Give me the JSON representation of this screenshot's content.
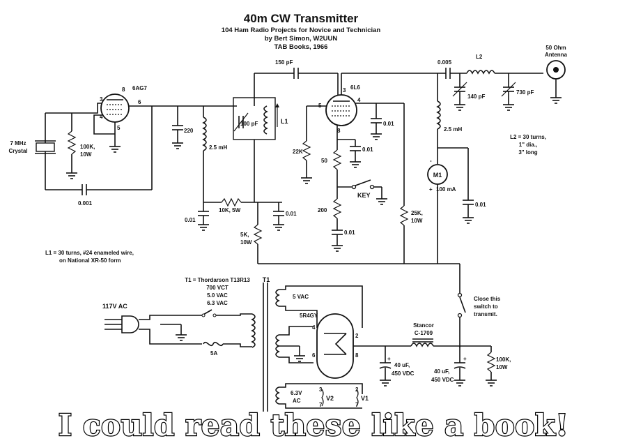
{
  "header": {
    "title": "40m CW Transmitter",
    "line1": "104 Ham Radio Projects for Novice and Technician",
    "line2": "by Bert Simon, W2UUN",
    "line3": "TAB Books, 1966"
  },
  "tubes": {
    "osc": "6AG7",
    "amp": "6L6",
    "rect": "5R4GY",
    "osc_pins": [
      "3",
      "8",
      "4",
      "5",
      "6"
    ],
    "amp_pins": [
      "3",
      "5",
      "4",
      "8"
    ],
    "rect_pins": [
      "4",
      "6",
      "2",
      "8"
    ]
  },
  "components": {
    "crystal": [
      "7 MHz",
      "Crystal"
    ],
    "r_grid": [
      "100K,",
      "10W"
    ],
    "c_coupling": "0.001",
    "c_220": "220",
    "rfc_25a": "2.5 mH",
    "c_100pf": "100 pF",
    "l1": "L1",
    "c_150pf": "150 pF",
    "r_22k": "22K",
    "r_10k": "10K, 5W",
    "c_001a": "0.01",
    "c_001b": "0.01",
    "r_5k": [
      "5K,",
      "10W"
    ],
    "c_001_scr": "0.01",
    "c_001_cath": "0.01",
    "c_001_k2": "0.01",
    "r_50": "50",
    "r_200": "200",
    "key": "KEY",
    "r_25k": [
      "25K,",
      "10W"
    ],
    "c_0005": "0.005",
    "l2": "L2",
    "c_140pf": "140 pF",
    "c_730pf": "730 pF",
    "rfc_25b": "2.5 mH",
    "meter": "M1",
    "meter_range": "100 mA",
    "meter_plus": "+",
    "meter_minus": "-",
    "c_001_m": "0.01",
    "antenna": [
      "50 Ohm",
      "Antenna"
    ],
    "l2_spec": [
      "L2 = 30 turns,",
      "1\" dia.,",
      "3\" long"
    ],
    "l1_spec": [
      "L1 = 30 turns, #24 enameled wire,",
      "on National XR-50 form"
    ],
    "t1_spec": [
      "T1 = Thordarson T13R13",
      "700 VCT",
      "5.0 VAC",
      "6.3 VAC"
    ],
    "t1": "T1",
    "ac_in": "117V AC",
    "fuse": "5A",
    "vac5": "5 VAC",
    "heater": [
      "6.3V",
      "AC"
    ],
    "v2": "V2",
    "v1": "V1",
    "heater_pins": [
      "3",
      "7",
      "2",
      "7"
    ],
    "choke": [
      "Stancor",
      "C-1709"
    ],
    "c_40a": [
      "40 uF,",
      "450 VDC"
    ],
    "c_40b": [
      "40 uF,",
      "450 VDC"
    ],
    "r_bleed": [
      "100K,",
      "10W"
    ],
    "switch_note": [
      "Close this",
      "switch to",
      "transmit."
    ],
    "plus": "+"
  },
  "caption": "I could read these like a book!"
}
